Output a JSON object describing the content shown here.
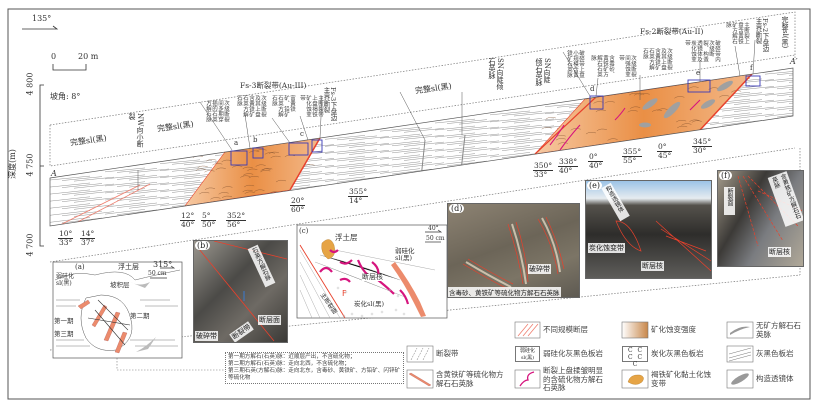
{
  "orientation": "135°",
  "scale": {
    "zero": "0",
    "value": "20 m"
  },
  "slope_angle": "坡角: 8°",
  "depth_axis": {
    "title": "深度(m)",
    "ticks": [
      "4 800",
      "4 750",
      "4 700"
    ]
  },
  "section": {
    "start_label": "A",
    "end_label": "A′",
    "intact_left": "完整sl(黑)",
    "intact_mid1": "完整sl(黑)",
    "intact_mid2": "完整sl(黑)",
    "intact_right": "完整sl(黑)",
    "nw_fault": "NW向小断裂",
    "sn_vein1": "SN向陡倾石英脉",
    "sn_vein2": "SN向陡倾石英脉",
    "fs3_title": "Fs-3断裂带(Au-III)",
    "fs3_notes": [
      "次级断裂间多期穿插的石英方解石脉",
      "次级断裂及其上盘含黄铁矿石英方解石脉",
      "富黄铁矿、铅矿石英方解石脉",
      "主断裂带上盘褐铁矿化蚀变带"
    ],
    "fs3_footwall": "Fs-3下盘边主界断裂",
    "fs2_title": "Fs-2断裂带(Au-II)",
    "fs2_notes": [
      "破碎带上盘小规模含黄铁矿石英脉",
      "含毒砂、黄铁矿方解石石英脉",
      "次级断裂间强蚀变带",
      "次级断裂及其上盘含黄铁矿石英方解石脉",
      "破碎带内次级断裂、构造透镜体及炭化蚀变带",
      "主断裂上盘含黄铁矿方解石脉"
    ],
    "fs2_footwall": "Fs-2下盘边主界断裂",
    "box_letters": [
      "a",
      "b",
      "c",
      "d",
      "e",
      "f"
    ],
    "attitudes": [
      {
        "dir": "10°",
        "dip": "33°"
      },
      {
        "dir": "14°",
        "dip": "37°"
      },
      {
        "dir": "12°",
        "dip": "40°"
      },
      {
        "dir": "5°",
        "dip": "50°"
      },
      {
        "dir": "352°",
        "dip": "56°"
      },
      {
        "dir": "20°",
        "dip": "60°"
      },
      {
        "dir": "355°",
        "dip": "14°"
      },
      {
        "dir": "350°",
        "dip": "33°"
      },
      {
        "dir": "338°",
        "dip": "40°"
      },
      {
        "dir": "0°",
        "dip": "40°"
      },
      {
        "dir": "355°",
        "dip": "55°"
      },
      {
        "dir": "0°",
        "dip": "45°"
      },
      {
        "dir": "345°",
        "dip": "30°"
      }
    ]
  },
  "inset_a": {
    "letter": "(a)",
    "overburden": "浮土层",
    "orient": "315°",
    "scale": "50 cm",
    "rock": "弱硅化sl(黑)",
    "colluvium": "坡积层",
    "stage1": "第一期",
    "stage2": "第二期",
    "stage3": "第三期"
  },
  "inset_b": {
    "letter": "(b)",
    "tag1": "石英方解石脉",
    "tag2": "断层面",
    "tag3": "破碎带",
    "tag4": "断裂带"
  },
  "inset_c": {
    "letter": "(c)",
    "overburden": "浮土层",
    "orient": "40°",
    "scale": "50 cm",
    "rock": "弱硅化sl(黑)",
    "core": "断层核",
    "carbon": "炭化sl(黑)",
    "fault": "F",
    "fault_zone": "主断裂面"
  },
  "inset_d": {
    "letter": "(d)",
    "tag1": "破碎带",
    "caption": "含毒砂、黄铁矿等硫化物方解石石英脉"
  },
  "inset_e": {
    "letter": "(e)",
    "tag1": "构造透镜体",
    "tag2": "炭化蚀变带",
    "tag3": "断层核"
  },
  "inset_f": {
    "letter": "(f)",
    "tag1": "断裂面",
    "tag2": "含黄铁矿方解石石英脉",
    "tag3": "断层核"
  },
  "notes": [
    "第一期方解石(石英)脉：近顺层产出，不含硫化物；",
    "第二期方解石(石英)脉：走向北西，不含硫化物；",
    "第三期石英(方解石)脉：走向北东，含毒砂、黄铁矿、方铅矿、闪锌矿等硫化物"
  ],
  "legend": {
    "faults": "不同规模断层",
    "intensity": "矿化蚀变强度",
    "barren_vein": "无矿方解石石英脉",
    "fracture_zone": "断裂带",
    "weak_silic_icon": "弱硅化sl(黑)",
    "weak_silic": "弱硅化灰黑色板岩",
    "carbon_icon": "C C C C C",
    "carbon": "炭化灰黑色板岩",
    "slate": "灰黑色板岩",
    "pyrite_vein": "含黄铁矿等硫化物方解石石英脉",
    "folded_vein": "断裂上盘揉皱明显的含硫化物方解石石英脉",
    "limonite": "褐铁矿化黏土化蚀变带",
    "lens": "构造透镜体"
  },
  "colors": {
    "alteration": "#e8904a",
    "alteration_light": "#f6c9a3",
    "fault": "#e8412c",
    "folded_vein": "#d6157e",
    "limonite": "#e6a445",
    "lens": "#a0a0a0",
    "box": "#3a3ab8"
  }
}
